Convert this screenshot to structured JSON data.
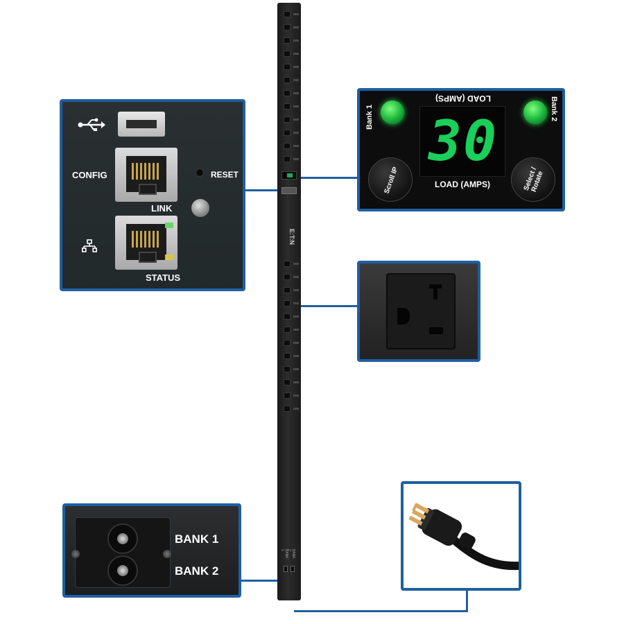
{
  "network_panel": {
    "config_label": "CONFIG",
    "reset_label": "RESET",
    "link_label": "LINK",
    "status_label": "STATUS"
  },
  "display_panel": {
    "bank1_label": "Bank 1",
    "bank2_label": "Bank 2",
    "load_upside_label": "LOAD (AMPS)",
    "load_value": "30",
    "load_label": "LOAD (AMPS)",
    "scroll_button_label": "Scroll IP",
    "select_button_label": "Select / Rotate",
    "led_color": "#18b23a",
    "segment_color": "#18d05a"
  },
  "breaker_panel": {
    "bank1_label": "BANK 1",
    "bank2_label": "BANK 2"
  },
  "pdu": {
    "brand_label": "E:T:N"
  },
  "icons": [
    "usb-icon",
    "network-icon"
  ],
  "accent_color": "#1f5fa0"
}
